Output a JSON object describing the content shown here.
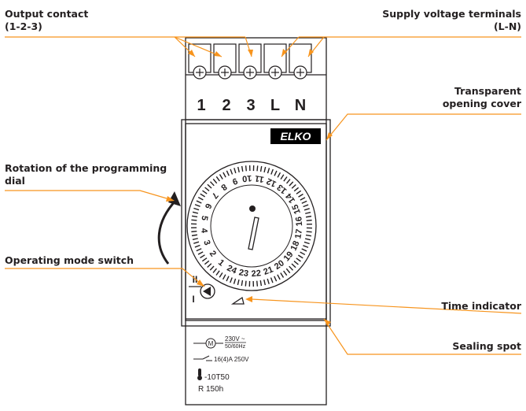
{
  "callouts": {
    "output_contact": {
      "line1": "Output contact",
      "line2": "(1-2-3)"
    },
    "supply_terminals": {
      "line1": "Supply voltage terminals",
      "line2": "(L-N)"
    },
    "transparent_cover": {
      "line1": "Transparent",
      "line2": "opening cover"
    },
    "rotation": {
      "line1": "Rotation of the programming",
      "line2": "dial"
    },
    "mode_switch": {
      "line1": "Operating mode switch"
    },
    "time_indicator": {
      "line1": "Time indicator"
    },
    "sealing_spot": {
      "line1": "Sealing spot"
    }
  },
  "device": {
    "terminal_labels": [
      "1",
      "2",
      "3",
      "L",
      "N"
    ],
    "brand": "ELKO",
    "switch_symbols": {
      "top": "II",
      "bottom": "I"
    },
    "dial_hours": [
      "1",
      "2",
      "3",
      "4",
      "5",
      "6",
      "7",
      "8",
      "9",
      "10",
      "11",
      "12",
      "13",
      "14",
      "15",
      "16",
      "17",
      "18",
      "19",
      "20",
      "21",
      "22",
      "23",
      "24"
    ],
    "ratings": {
      "motor_symbol": "M",
      "voltage": "230V ~",
      "frequency": "50/60Hz",
      "contact_rating": "16(4)A 250V",
      "temperature": "-10T50",
      "reserve": "R  150h"
    }
  },
  "colors": {
    "accent": "#f7941d",
    "ink": "#231f20",
    "brand_bg": "#000000"
  }
}
